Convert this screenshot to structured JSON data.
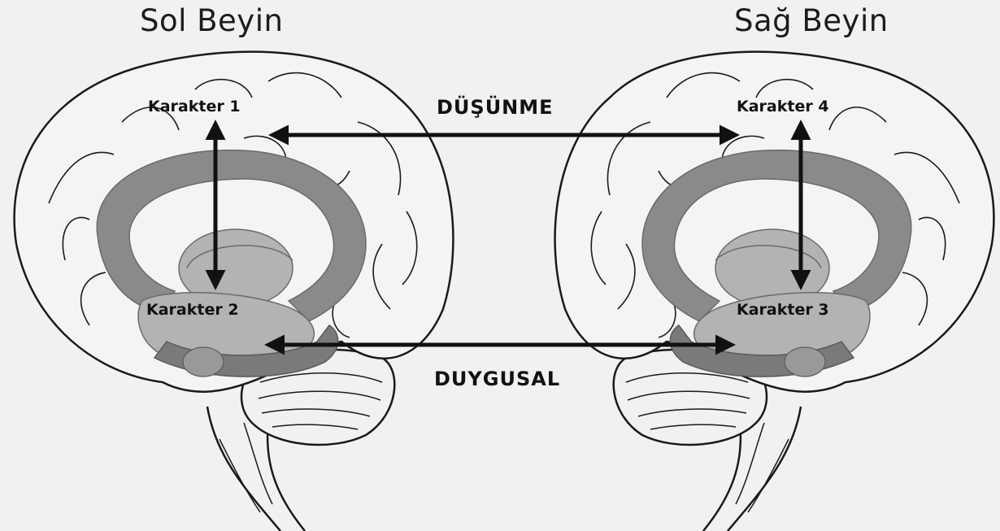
{
  "headings": {
    "left": "Sol Beyin",
    "right": "Sağ Beyin"
  },
  "characters": {
    "c1": "Karakter 1",
    "c2": "Karakter 2",
    "c3": "Karakter 3",
    "c4": "Karakter 4"
  },
  "connections": {
    "top": "DÜŞÜNME",
    "bottom": "DUYGUSAL"
  },
  "colors": {
    "background": "#f1f1f1",
    "outline": "#1a1a1a",
    "limbic_band": "#8a8a8a",
    "inner_structure": "#b3b3b3",
    "cerebellum": "#7a7a7a"
  }
}
